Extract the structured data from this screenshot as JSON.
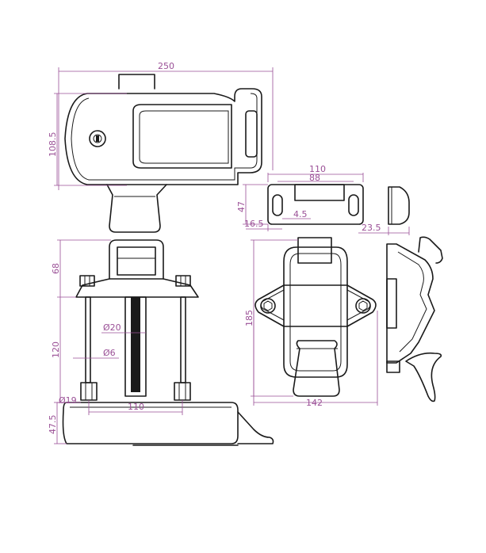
{
  "colors": {
    "line": "#1a1a1a",
    "dimension": "#9a4f96",
    "background": "#ffffff"
  },
  "dimensions": {
    "overall_width": "250",
    "height_front": "108.5",
    "keeper_width": "110",
    "keeper_hole_span": "88",
    "keeper_height": "47",
    "keeper_edge": "16.5",
    "slot_width": "4.5",
    "keeper_depth": "23.5",
    "base_height": "68",
    "stud_diameter": "Ø20",
    "bolt_diameter": "Ø6",
    "stud_length": "120",
    "nut_diameter": "Ø19",
    "stud_spacing": "110",
    "cover_height": "47.5",
    "rear_height": "185",
    "rear_width": "142"
  }
}
